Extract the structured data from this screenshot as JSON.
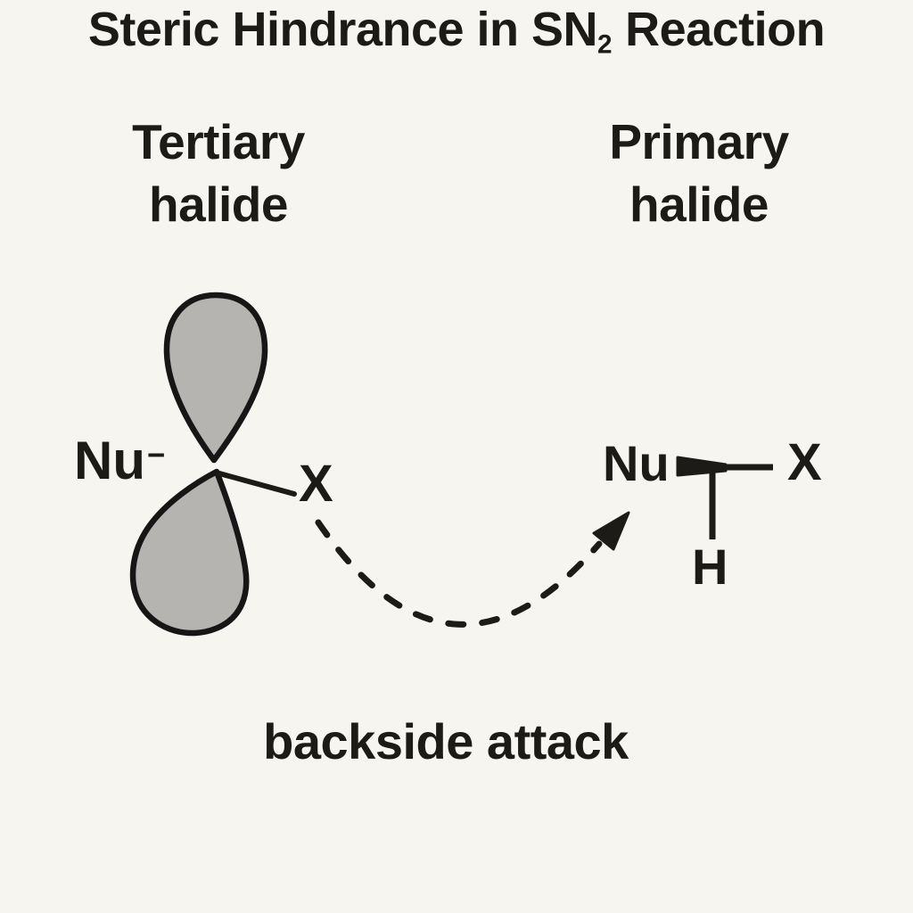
{
  "title": {
    "prefix": "Steric Hindrance in SN",
    "subscript": "2",
    "suffix": " Reaction"
  },
  "columns": {
    "left": {
      "line1": "Tertiary",
      "line2": "halide"
    },
    "right": {
      "line1": "Primary",
      "line2": "halide"
    }
  },
  "tertiary": {
    "nucleophile": "Nu",
    "charge": "−",
    "leaving_group": "X"
  },
  "primary": {
    "nucleophile": "Nu",
    "leaving_group": "X",
    "hydrogen": "H"
  },
  "caption": "backside attack",
  "colors": {
    "background": "#f7f5ef",
    "ink": "#1c1b18",
    "orbital_fill": "#b6b4b1",
    "orbital_stroke": "#161616"
  }
}
